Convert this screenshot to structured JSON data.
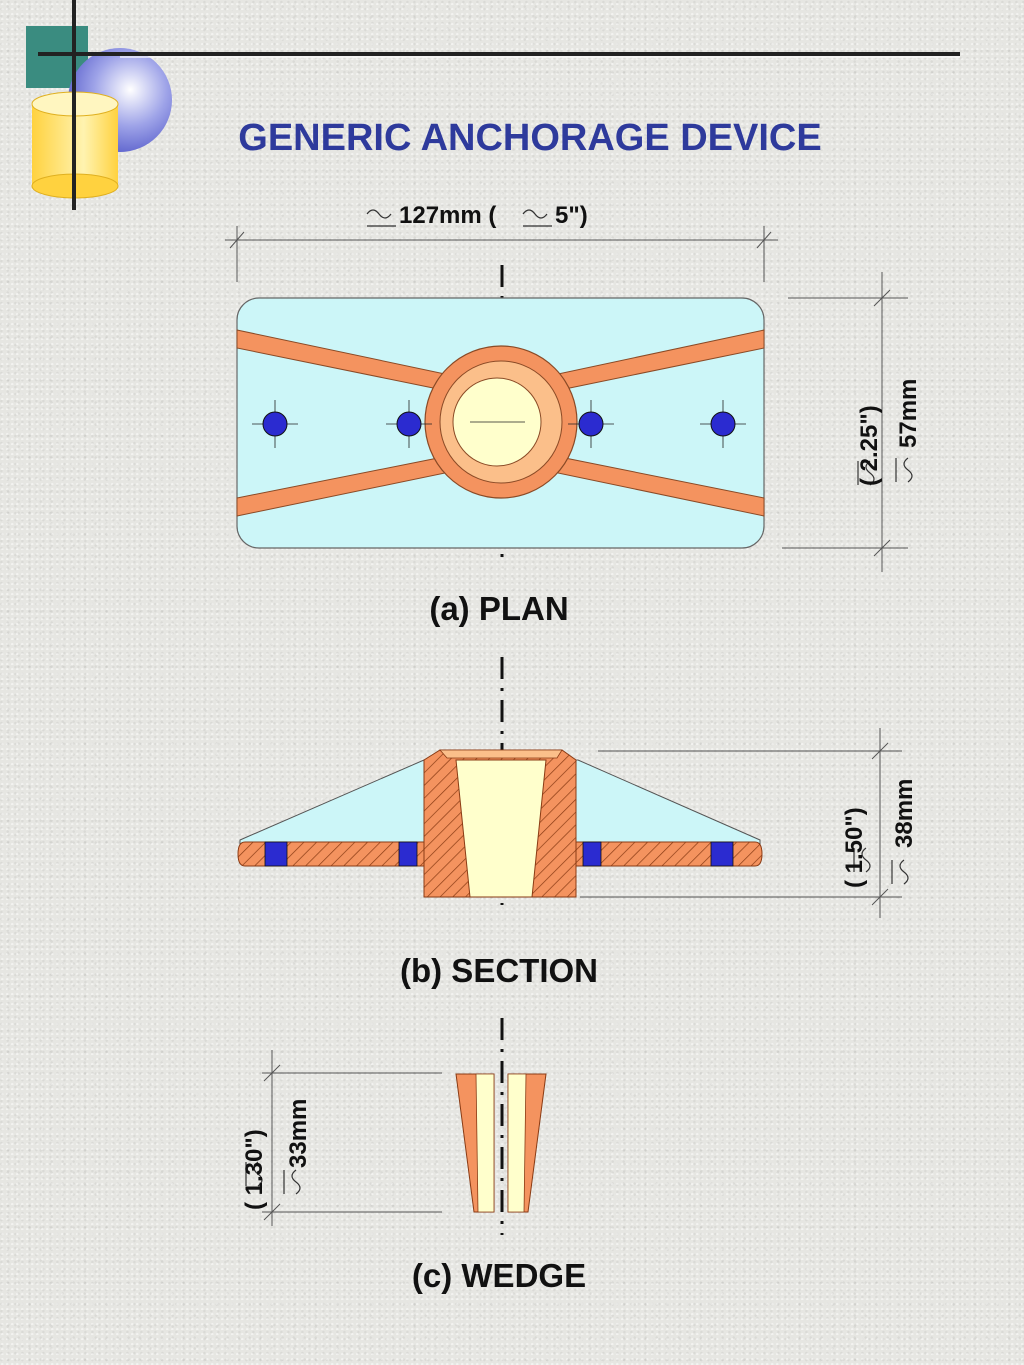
{
  "slide": {
    "title": "GENERIC ANCHORAGE DEVICE",
    "title_color": "#2e3a9c"
  },
  "plan": {
    "caption": "(a) PLAN",
    "width_dim_mm": "127mm (",
    "width_dim_in": "5\")",
    "height_dim_in": "(  2.25\")",
    "height_dim_mm": "57mm"
  },
  "section": {
    "caption": "(b) SECTION",
    "height_dim_in": "(  1.50\")",
    "height_dim_mm": "38mm"
  },
  "wedge": {
    "caption": "(c) WEDGE",
    "height_dim_in": "(  1.30\")",
    "height_dim_mm": "33mm"
  },
  "colors": {
    "plate": "#ccf6f8",
    "casting": "#f4935f",
    "cone": "#ffffcc",
    "ring": "#fbbf8a",
    "bolt": "#2b2bd0",
    "dimension_line": "#555555"
  }
}
